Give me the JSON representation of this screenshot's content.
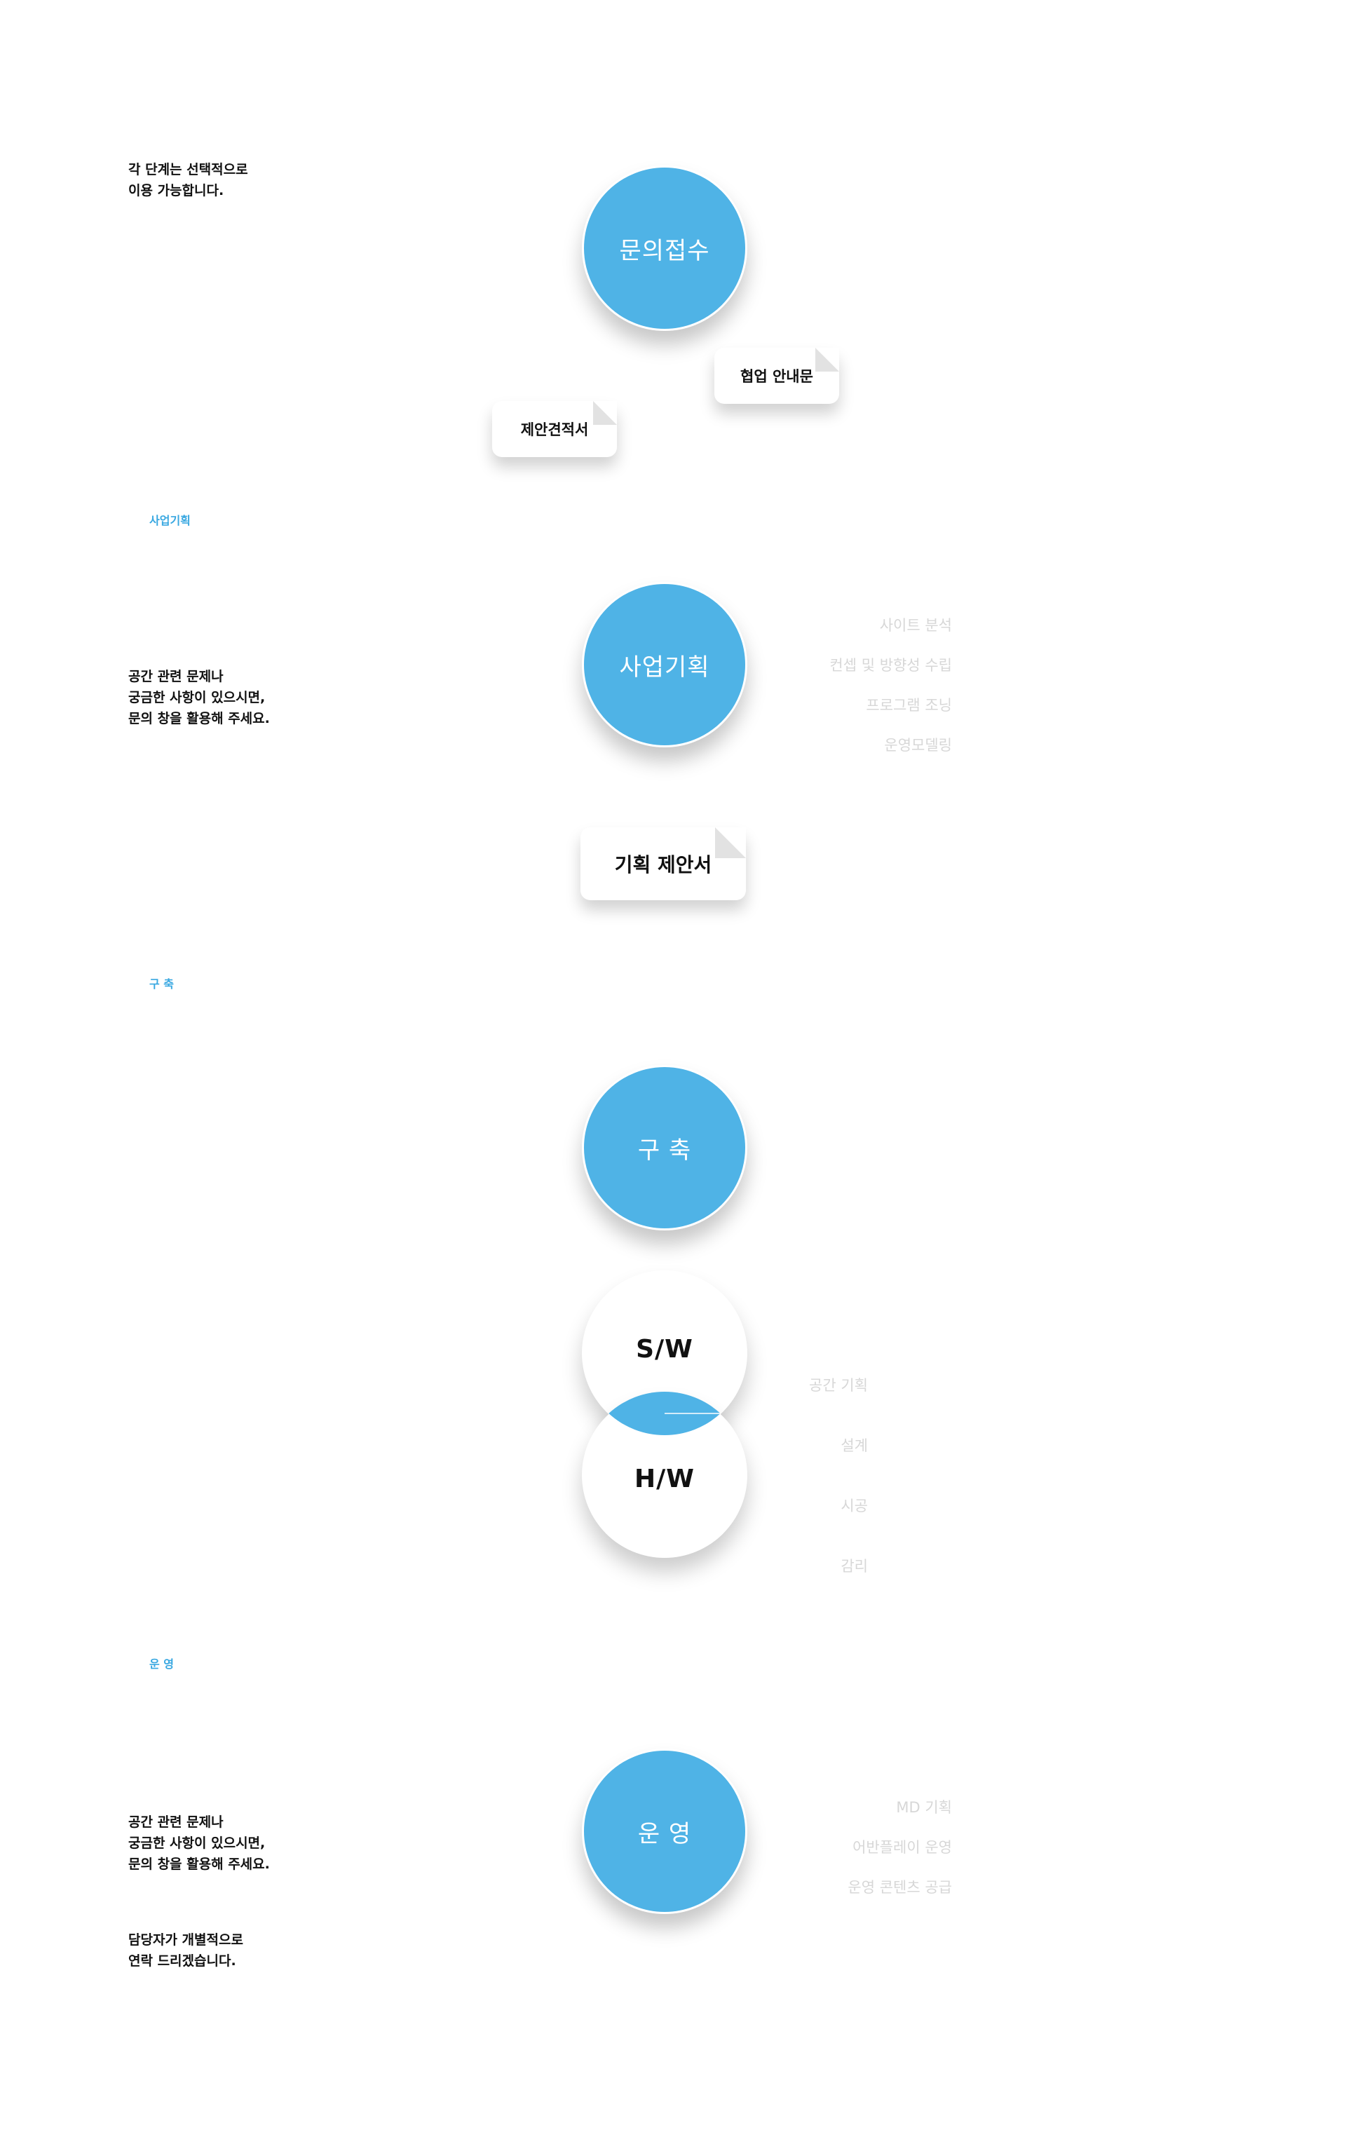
{
  "notes": {
    "intro": "각 단계는 선택적으로\n이용 가능합니다.",
    "planning_help": "공간 관련 문제나\n궁금한 사항이 있으시면,\n문의 창을 활용해 주세요.",
    "operation_help": "공간 관련 문제나\n궁금한 사항이 있으시면,\n문의 창을 활용해 주세요.",
    "contact": "담당자가 개별적으로\n연락 드리겠습니다."
  },
  "steps": {
    "inquiry": {
      "label": "문의접수",
      "docs": [
        "협업 안내문",
        "제안견적서"
      ]
    },
    "planning": {
      "section_label": "사업기획",
      "label": "사업기획",
      "items": [
        "사이트 분석",
        "컨셉 및 방향성 수립",
        "프로그램 조닝",
        "운영모델링"
      ],
      "doc": "기획 제안서"
    },
    "construction": {
      "section_label": "구 축",
      "label": "구 축",
      "sw_label": "S/W",
      "hw_label": "H/W",
      "items": [
        "공간 기획",
        "설계",
        "시공",
        "감리"
      ]
    },
    "operation": {
      "section_label": "운 영",
      "label": "운 영",
      "items": [
        "MD 기획",
        "어반플레이 운영",
        "운영 콘텐츠 공급"
      ]
    }
  },
  "colors": {
    "accent": "#4fb3e6",
    "label_blue": "#39a8e1",
    "muted_text": "#d7d7d7"
  }
}
